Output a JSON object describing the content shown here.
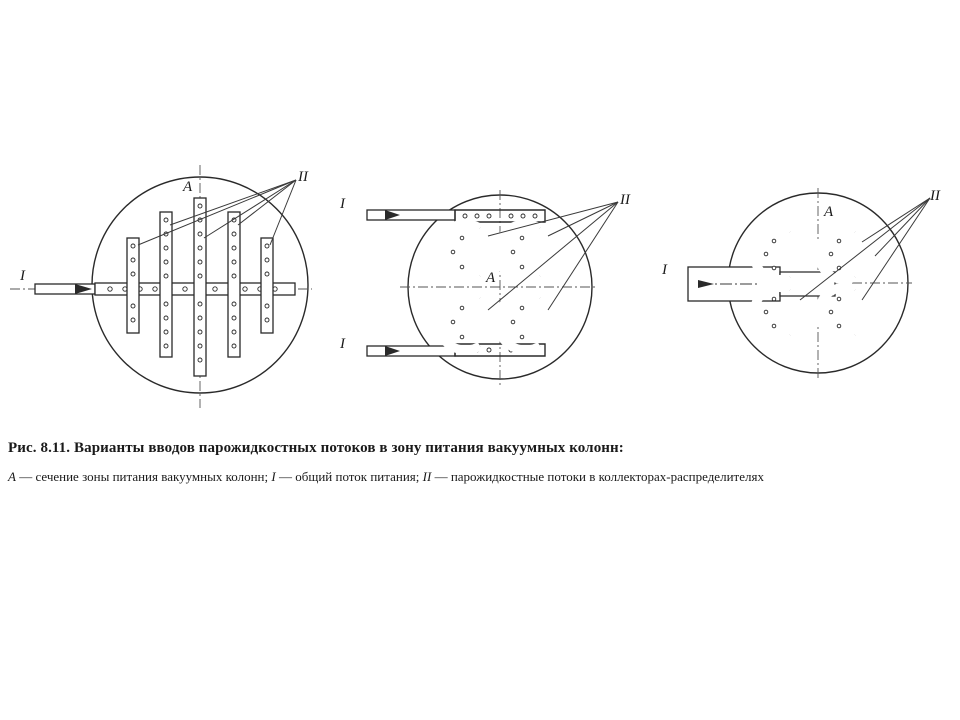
{
  "figure": {
    "labels": {
      "feed": "I",
      "branches": "II",
      "section": "A"
    },
    "caption_title": "Рис. 8.11. Варианты вводов парожидкостных потоков в зону питания вакуумных колонн:",
    "legend": [
      {
        "symbol": "A",
        "text": " — сечение зоны питания вакуумных колонн; "
      },
      {
        "symbol": "I",
        "text": " — общий поток питания; "
      },
      {
        "symbol": "II",
        "text": " — парожидкостные потоки в коллекторах-распределителях"
      }
    ]
  }
}
